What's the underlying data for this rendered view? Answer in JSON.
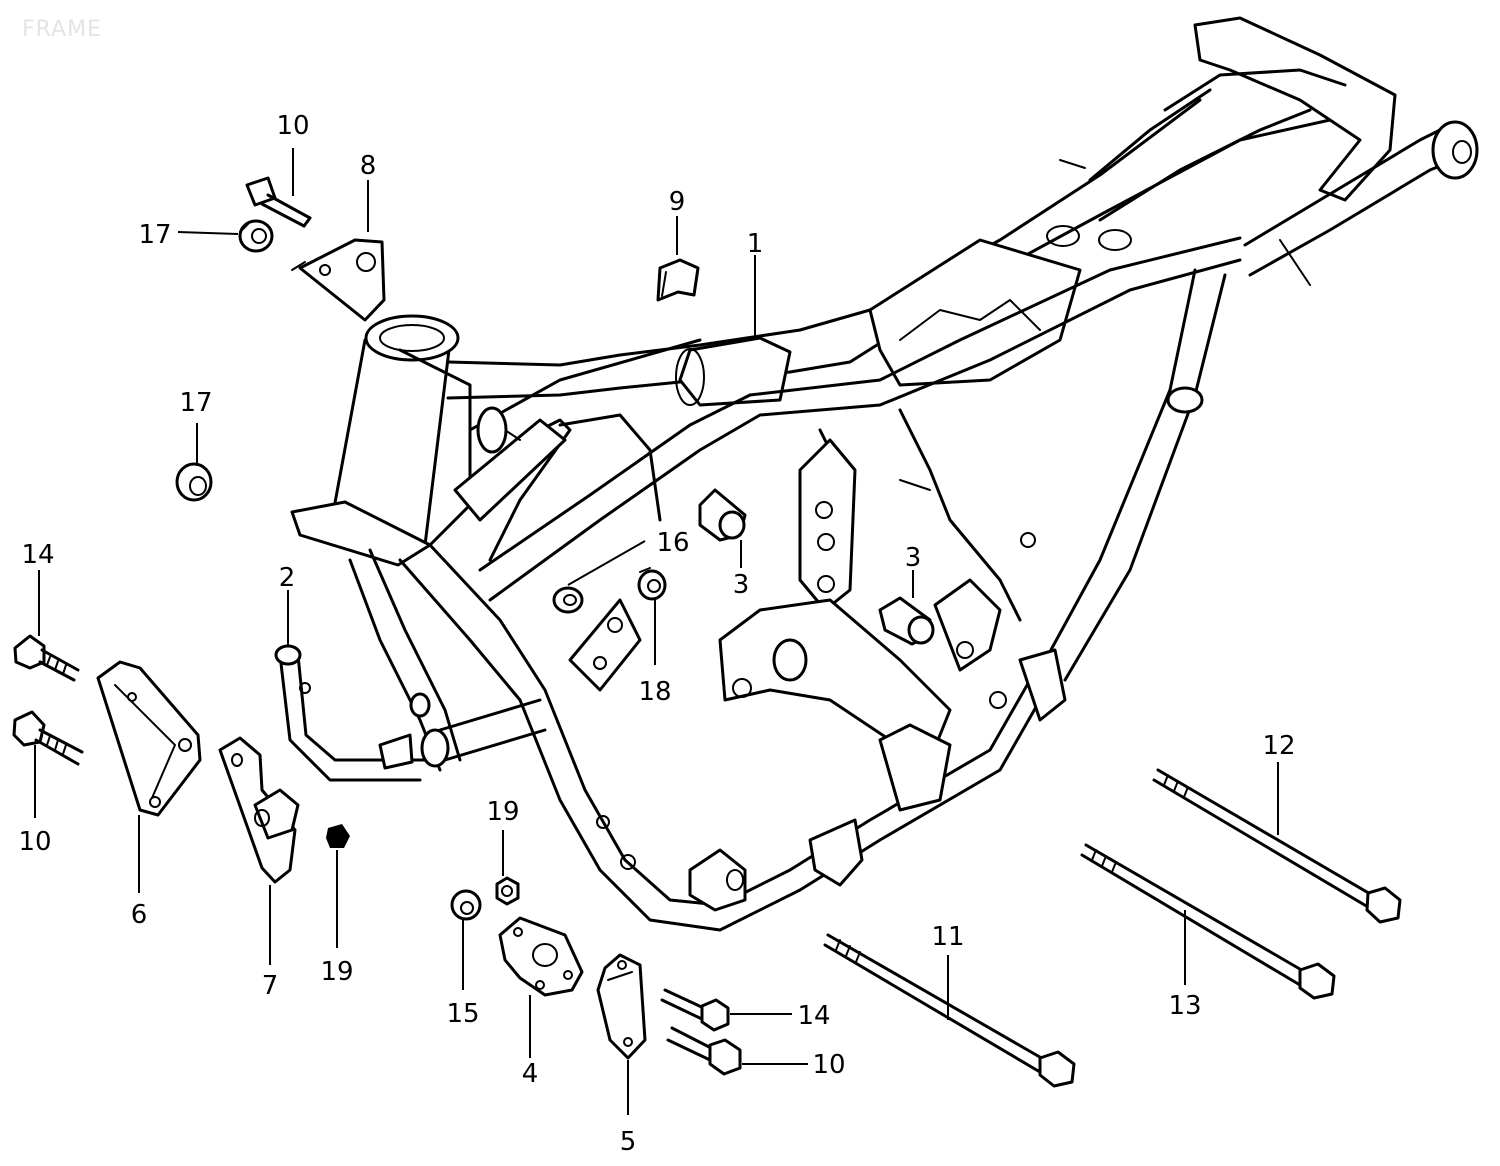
{
  "title": "FRAME",
  "callouts": [
    {
      "id": "1",
      "label": "1"
    },
    {
      "id": "2",
      "label": "2"
    },
    {
      "id": "3a",
      "label": "3"
    },
    {
      "id": "3b",
      "label": "3"
    },
    {
      "id": "4",
      "label": "4"
    },
    {
      "id": "5",
      "label": "5"
    },
    {
      "id": "6",
      "label": "6"
    },
    {
      "id": "7",
      "label": "7"
    },
    {
      "id": "8",
      "label": "8"
    },
    {
      "id": "9",
      "label": "9"
    },
    {
      "id": "10a",
      "label": "10"
    },
    {
      "id": "10b",
      "label": "10"
    },
    {
      "id": "10c",
      "label": "10"
    },
    {
      "id": "11",
      "label": "11"
    },
    {
      "id": "12",
      "label": "12"
    },
    {
      "id": "13",
      "label": "13"
    },
    {
      "id": "14a",
      "label": "14"
    },
    {
      "id": "14b",
      "label": "14"
    },
    {
      "id": "15",
      "label": "15"
    },
    {
      "id": "16",
      "label": "16"
    },
    {
      "id": "17a",
      "label": "17"
    },
    {
      "id": "17b",
      "label": "17"
    },
    {
      "id": "18",
      "label": "18"
    },
    {
      "id": "19a",
      "label": "19"
    },
    {
      "id": "19b",
      "label": "19"
    }
  ]
}
